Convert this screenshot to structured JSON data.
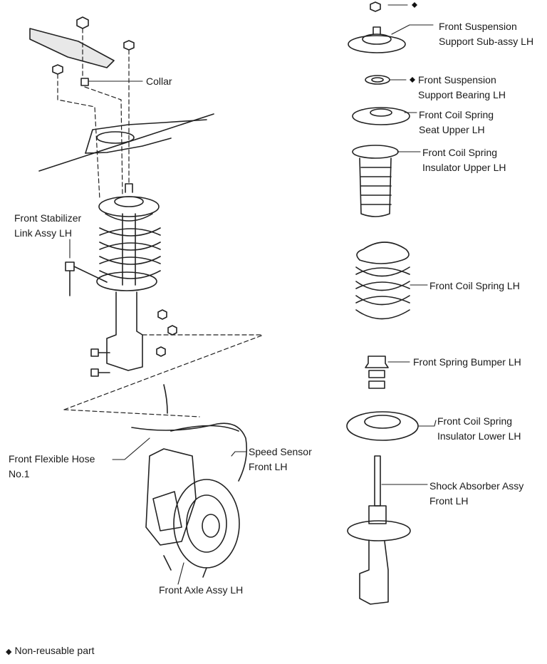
{
  "labels": {
    "collar": "Collar",
    "stabilizer_line1": "Front Stabilizer",
    "stabilizer_line2": "Link Assy LH",
    "flex_hose_line1": "Front Flexible Hose",
    "flex_hose_line2": "No.1",
    "speed_sensor_line1": "Speed Sensor",
    "speed_sensor_line2": "Front LH",
    "axle": "Front Axle Assy LH",
    "support_line1": "Front Suspension",
    "support_line2": "Support  Sub-assy LH",
    "bearing_line1": "Front Suspension",
    "bearing_line2": "Support Bearing LH",
    "seat_line1": "Front Coil Spring",
    "seat_line2": "Seat Upper LH",
    "insulator_up_line1": "Front Coil Spring",
    "insulator_up_line2": "Insulator Upper LH",
    "coil_spring": "Front Coil Spring LH",
    "bumper": "Front Spring Bumper LH",
    "insulator_low_line1": "Front Coil Spring",
    "insulator_low_line2": "Insulator Lower LH",
    "shock_line1": "Shock Absorber Assy",
    "shock_line2": "Front LH"
  },
  "legend": {
    "symbol": "◆",
    "text": "Non-reusable part"
  }
}
